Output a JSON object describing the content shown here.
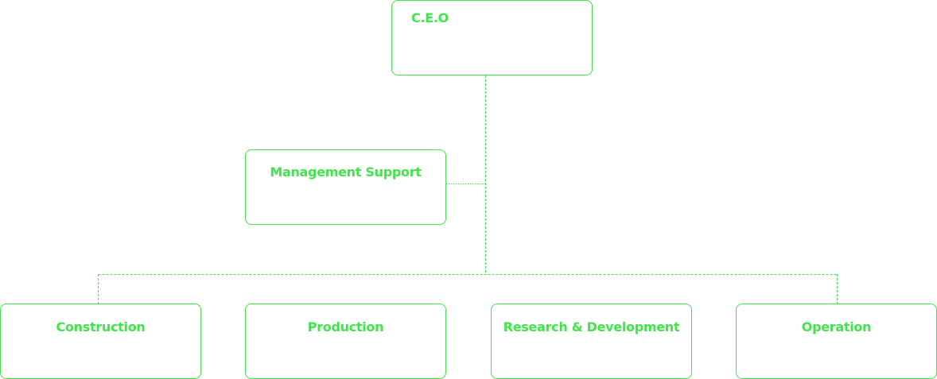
{
  "colors": {
    "accent": "#3ee64a"
  },
  "org_chart": {
    "root": {
      "label": "C.E.O"
    },
    "support": {
      "label": "Management Support"
    },
    "departments": [
      {
        "label": "Construction"
      },
      {
        "label": "Production"
      },
      {
        "label": "Research & Development"
      },
      {
        "label": "Operation"
      }
    ]
  }
}
